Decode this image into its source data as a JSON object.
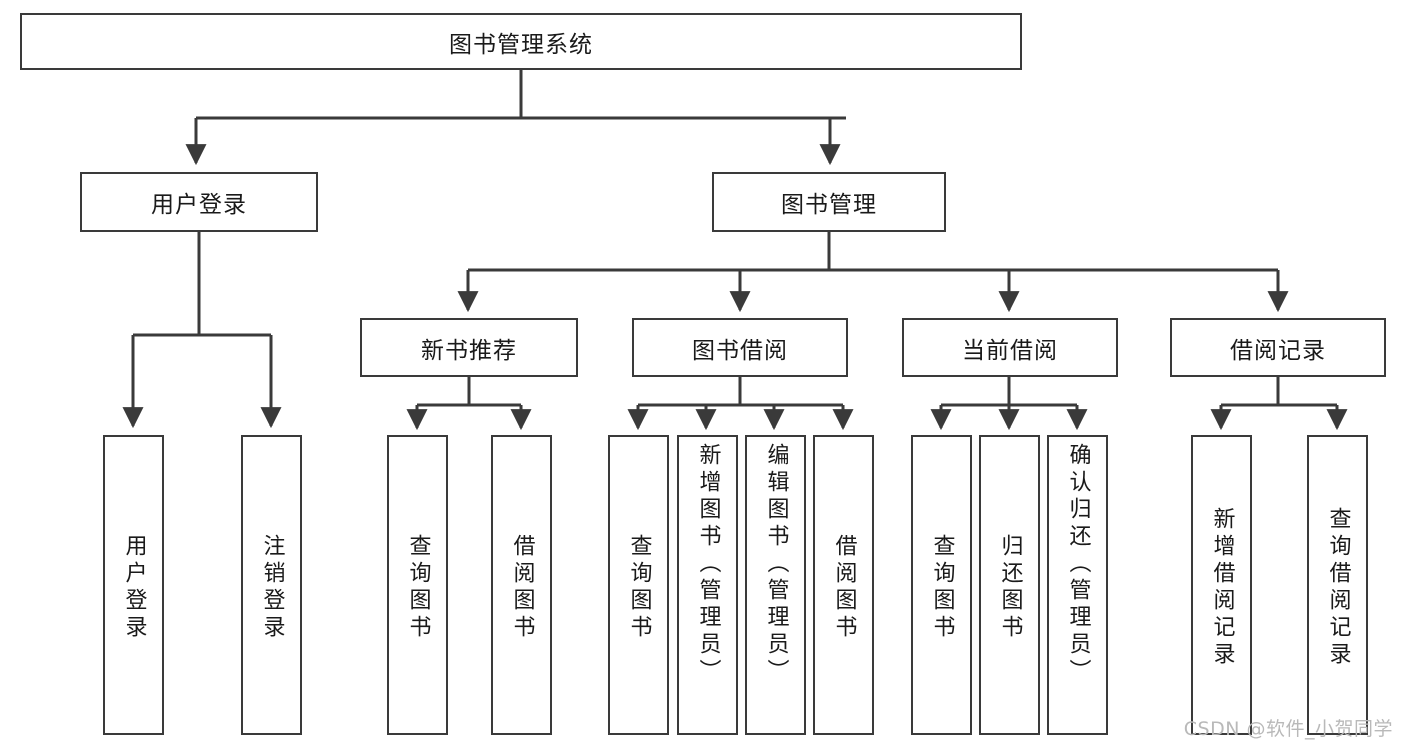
{
  "diagram": {
    "title": "图书管理系统",
    "type": "tree-hierarchy",
    "watermark": "CSDN @软件_小贺同学",
    "colors": {
      "background": "#ffffff",
      "node_fill": "#ffffff",
      "node_stroke": "#3a3a3a",
      "connector": "#3a3a3a",
      "text": "#1a1a1a",
      "watermark": "#b9b9b9"
    },
    "root": {
      "id": "root",
      "label": "图书管理系统"
    },
    "level2": [
      {
        "id": "user-login",
        "label": "用户登录"
      },
      {
        "id": "book-management",
        "label": "图书管理"
      }
    ],
    "level3": [
      {
        "id": "new-book-recommend",
        "label": "新书推荐",
        "parent": "book-management"
      },
      {
        "id": "book-borrow",
        "label": "图书借阅",
        "parent": "book-management"
      },
      {
        "id": "current-borrow",
        "label": "当前借阅",
        "parent": "book-management"
      },
      {
        "id": "borrow-record",
        "label": "借阅记录",
        "parent": "book-management"
      }
    ],
    "leaves": [
      {
        "id": "leaf-user-login",
        "label": "用户登录",
        "parent": "user-login"
      },
      {
        "id": "leaf-logout-login",
        "label": "注销登录",
        "parent": "user-login"
      },
      {
        "id": "leaf-query-book-1",
        "label": "查询图书",
        "parent": "new-book-recommend"
      },
      {
        "id": "leaf-borrow-book-1",
        "label": "借阅图书",
        "parent": "new-book-recommend"
      },
      {
        "id": "leaf-query-book-2",
        "label": "查询图书",
        "parent": "book-borrow"
      },
      {
        "id": "leaf-add-book",
        "label": "新增图书（管理员）",
        "parent": "book-borrow"
      },
      {
        "id": "leaf-edit-book",
        "label": "编辑图书（管理员）",
        "parent": "book-borrow"
      },
      {
        "id": "leaf-borrow-book-2",
        "label": "借阅图书",
        "parent": "book-borrow"
      },
      {
        "id": "leaf-query-book-3",
        "label": "查询图书",
        "parent": "current-borrow"
      },
      {
        "id": "leaf-return-book",
        "label": "归还图书",
        "parent": "current-borrow"
      },
      {
        "id": "leaf-confirm-return",
        "label": "确认归还（管理员）",
        "parent": "current-borrow"
      },
      {
        "id": "leaf-add-record",
        "label": "新增借阅记录",
        "parent": "borrow-record"
      },
      {
        "id": "leaf-query-record",
        "label": "查询借阅记录",
        "parent": "borrow-record"
      }
    ]
  }
}
